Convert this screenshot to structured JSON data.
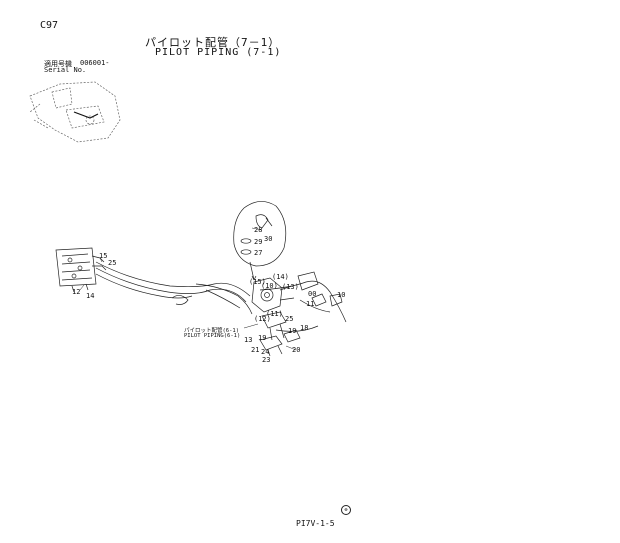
{
  "page": {
    "code": "C97",
    "title_jp": "パイロット配管（7－1）",
    "title_en": "PILOT PIPING (7-1)",
    "serial_label_jp": "適用号機",
    "serial_value": "006001-",
    "serial_label_en": "Serial No.",
    "reference_label_jp": "パイロット配管(6-1)",
    "reference_label_en": "PILOT PIPING(6-1)",
    "page_number": "PI7V-1-5",
    "page_mark": "⊗"
  },
  "callouts": [
    {
      "id": "c-28",
      "text": "28"
    },
    {
      "id": "c-30",
      "text": "30"
    },
    {
      "id": "c-29",
      "text": "29"
    },
    {
      "id": "c-27",
      "text": "27"
    },
    {
      "id": "c-15a",
      "text": "15"
    },
    {
      "id": "c-25a",
      "text": "25"
    },
    {
      "id": "c-12",
      "text": "12"
    },
    {
      "id": "c-14",
      "text": "14"
    },
    {
      "id": "c-p14",
      "text": "(14)"
    },
    {
      "id": "c-p15",
      "text": "(15)"
    },
    {
      "id": "c-p10",
      "text": "(10)"
    },
    {
      "id": "c-p13",
      "text": "(13)"
    },
    {
      "id": "c-00",
      "text": "00"
    },
    {
      "id": "c-10",
      "text": "10"
    },
    {
      "id": "c-11",
      "text": "11"
    },
    {
      "id": "c-p11",
      "text": "(11)"
    },
    {
      "id": "c-p12",
      "text": "(12)"
    },
    {
      "id": "c-25b",
      "text": "25"
    },
    {
      "id": "c-18",
      "text": "18"
    },
    {
      "id": "c-19a",
      "text": "19"
    },
    {
      "id": "c-13",
      "text": "13"
    },
    {
      "id": "c-19b",
      "text": "19"
    },
    {
      "id": "c-21",
      "text": "21"
    },
    {
      "id": "c-24",
      "text": "24"
    },
    {
      "id": "c-20",
      "text": "20"
    },
    {
      "id": "c-23",
      "text": "23"
    }
  ]
}
